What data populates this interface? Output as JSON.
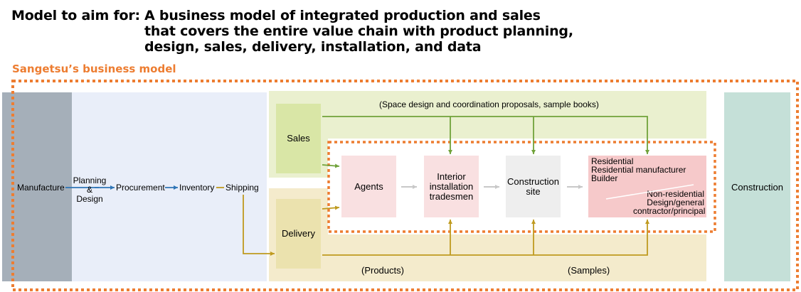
{
  "headline": {
    "prefix": "Model to aim for:",
    "line1": "A business model of integrated production and sales",
    "line2": "that covers the entire value chain with product planning,",
    "line3": "design, sales, delivery, installation, and data"
  },
  "section_title": "Sangetsu’s business model",
  "flow": {
    "manufacture": "Manufacture",
    "planning": "Planning",
    "amp": "&",
    "design": "Design",
    "procurement": "Procurement",
    "inventory": "Inventory",
    "shipping": "Shipping"
  },
  "channels": {
    "sales": "Sales",
    "delivery": "Delivery",
    "sales_note": "(Space design and coordination proposals, sample books)",
    "products_note": "(Products)",
    "samples_note": "(Samples)"
  },
  "nodes": {
    "agents": "Agents",
    "tradesmen_l1": "Interior",
    "tradesmen_l2": "installation",
    "tradesmen_l3": "tradesmen",
    "site_l1": "Construction",
    "site_l2": "site",
    "customers": {
      "residential": "Residential",
      "residential_mfr": "Residential manufacturer",
      "builder": "Builder",
      "nonresidential": "Non-residential",
      "design_general": "Design/general",
      "contractor": "contractor/principal"
    }
  },
  "construction": "Construction",
  "colors": {
    "accent_orange": "#ED7D31",
    "manufacture_gray": "#A5AFB9",
    "production_blue": "#E9EEF9",
    "sales_green": "#EAF0CF",
    "sales_box": "#D9E6A6",
    "delivery_tan": "#F4EBCC",
    "delivery_box": "#EBE2AE",
    "agents_pink": "#F9E0E1",
    "customers_pink": "#F6C9CA",
    "site_gray": "#EEEEEE",
    "construction_teal": "#C5E0D8",
    "arrow_blue": "#2E75B6",
    "arrow_green": "#70A23A",
    "arrow_gold": "#BF9A1F"
  }
}
